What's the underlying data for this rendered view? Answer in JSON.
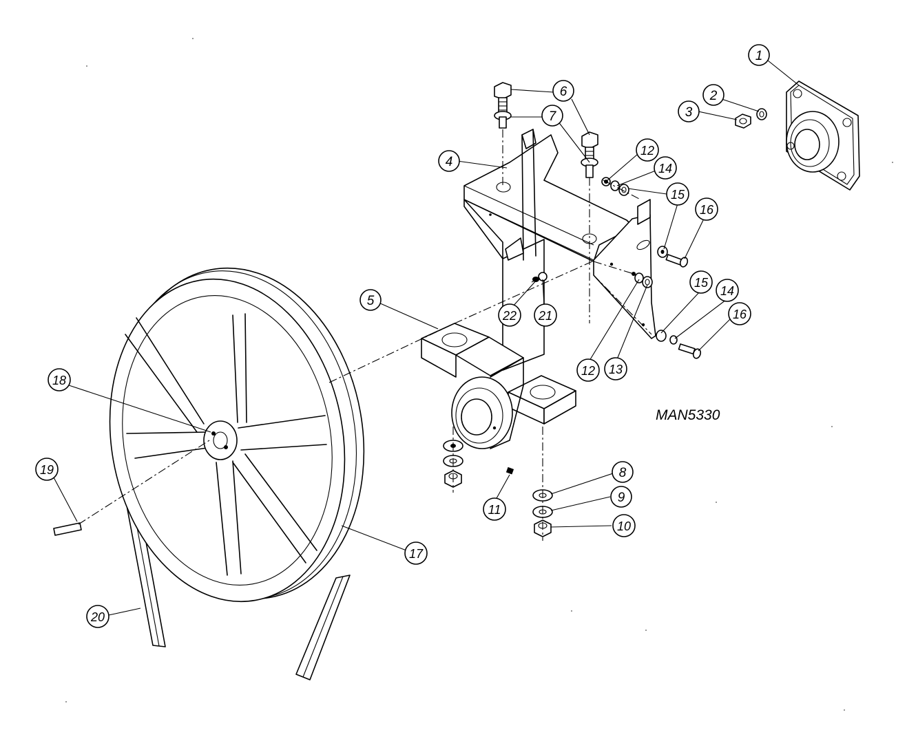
{
  "drawing_code": "MAN5330",
  "callouts": [
    {
      "id": "c1",
      "label": "1"
    },
    {
      "id": "c2",
      "label": "2"
    },
    {
      "id": "c3",
      "label": "3"
    },
    {
      "id": "c4",
      "label": "4"
    },
    {
      "id": "c5",
      "label": "5"
    },
    {
      "id": "c6",
      "label": "6"
    },
    {
      "id": "c7",
      "label": "7"
    },
    {
      "id": "c8",
      "label": "8"
    },
    {
      "id": "c9",
      "label": "9"
    },
    {
      "id": "c10",
      "label": "10"
    },
    {
      "id": "c11",
      "label": "11"
    },
    {
      "id": "c12a",
      "label": "12"
    },
    {
      "id": "c12b",
      "label": "12"
    },
    {
      "id": "c13",
      "label": "13"
    },
    {
      "id": "c14a",
      "label": "14"
    },
    {
      "id": "c14b",
      "label": "14"
    },
    {
      "id": "c15a",
      "label": "15"
    },
    {
      "id": "c15b",
      "label": "15"
    },
    {
      "id": "c16a",
      "label": "16"
    },
    {
      "id": "c16b",
      "label": "16"
    },
    {
      "id": "c17",
      "label": "17"
    },
    {
      "id": "c18",
      "label": "18"
    },
    {
      "id": "c19",
      "label": "19"
    },
    {
      "id": "c20",
      "label": "20"
    },
    {
      "id": "c21",
      "label": "21"
    },
    {
      "id": "c22",
      "label": "22"
    }
  ]
}
